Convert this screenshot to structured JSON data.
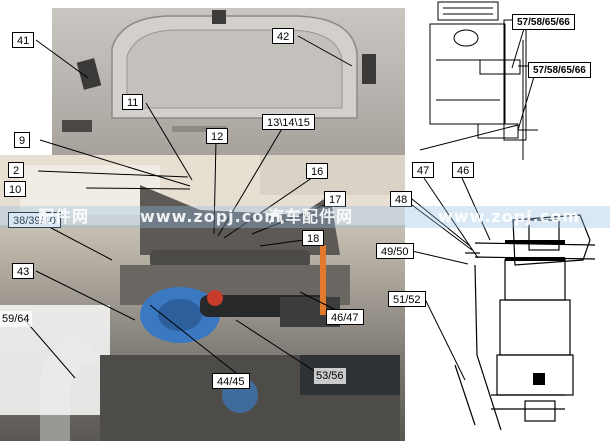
{
  "colors": {
    "accent": "#2f6fb5",
    "cab_interior": "#b9b5b0",
    "engine_turbo": "#3a79c2",
    "hose_red": "#c83a2a",
    "wiring_orange": "#e27a2e"
  },
  "callouts": {
    "c41": "41",
    "c42": "42",
    "c11": "11",
    "c12": "12",
    "c13_14_15": "13\\14\\15",
    "c9": "9",
    "c2": "2",
    "c10": "10",
    "c16": "16",
    "c17": "17",
    "c18": "18",
    "c38_39_40": "38/39/40",
    "c43": "43",
    "c59_64": "59/64",
    "c44_45": "44/45",
    "c53_56": "53/56",
    "c46_47_mid": "46/47",
    "c47": "47",
    "c46": "46",
    "c48": "48",
    "c49_50": "49/50",
    "c51_52": "51/52",
    "c57_58_65_66_a": "57/58/65/66",
    "c57_58_65_66_b": "57/58/65/66"
  },
  "watermark": {
    "part1": "配件网",
    "part2": "www.zopj.com",
    "part3": "汽车配件网",
    "part4": "www.zopj.com"
  }
}
